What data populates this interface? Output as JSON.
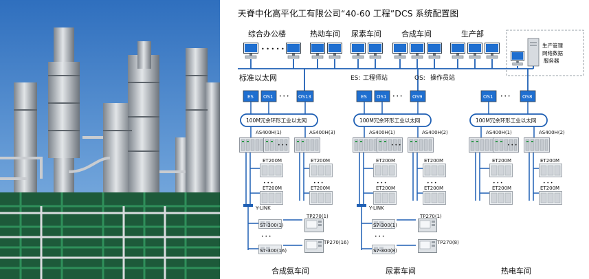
{
  "title": "天脊中化高平化工有限公司“40-60 工程”DCS 系统配置图",
  "groups": [
    {
      "label": "综合办公楼",
      "dots": "• • • • • •"
    },
    {
      "label": "热动车间"
    },
    {
      "label": "尿素车间"
    },
    {
      "label": "合成车间"
    },
    {
      "label": "生产部"
    }
  ],
  "server": {
    "line1": "生产管理",
    "line2": "网络数据",
    "line3": "服务器"
  },
  "ethernet": {
    "label": "标准以太网",
    "es_key": "ES:",
    "es_desc": "工程师站",
    "os_key": "OS:",
    "os_desc": "操作员站"
  },
  "ring_label": "100M冗余环形工业以太网",
  "dots": "• • •",
  "workshops": [
    {
      "stations": [
        "ES",
        "OS1",
        "OS13"
      ],
      "as_left": "AS400H(1)",
      "as_right": "AS400H(3)",
      "et_label": "ET200M",
      "ylink": "Y-LINK",
      "s7_a": "S7-300(1)",
      "s7_b": "S7-300(16)",
      "tp_a": "TP270(1)",
      "tp_b": "TP270(16)",
      "name": "合成氨车间"
    },
    {
      "stations": [
        "ES",
        "OS1",
        "OS9"
      ],
      "as_left": "AS400H(1)",
      "as_right": "AS400H(2)",
      "et_label": "ET200M",
      "ylink": "Y-LINK",
      "s7_a": "S7-300(1)",
      "s7_b": "S7-300(8)",
      "tp_a": "TP270(1)",
      "tp_b": "TP270(8)",
      "name": "尿素车间"
    },
    {
      "stations": [
        "OS1",
        "OS8"
      ],
      "as_left": "AS400H(1)",
      "as_right": "AS400H(2)",
      "et_label": "ET200M",
      "name": "热电车间"
    }
  ],
  "colors": {
    "network": "#1e5fb4",
    "station": "#1f6fd0",
    "sky": "#4a8fd6",
    "tower": "#b8bcc2",
    "pipe": "#2f8f5a"
  }
}
